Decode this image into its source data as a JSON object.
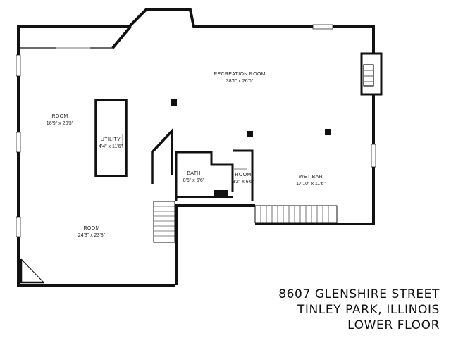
{
  "colors": {
    "wall": "#111111",
    "background": "#ffffff",
    "text": "#222222"
  },
  "rooms": [
    {
      "id": "recreation-room",
      "name": "RECREATION ROOM",
      "dims": "38'1\" x 26'0\""
    },
    {
      "id": "room-left",
      "name": "ROOM",
      "dims": "16'9\" x 20'3\""
    },
    {
      "id": "utility",
      "name": "UTILITY",
      "dims": "4'4\" x 11'6\""
    },
    {
      "id": "bath",
      "name": "BATH",
      "dims": "8'6\" x 6'6\""
    },
    {
      "id": "room-small",
      "name": "ROOM",
      "dims": "3'2\" x 6'6\""
    },
    {
      "id": "wet-bar",
      "name": "WET BAR",
      "dims": "17'10\" x 11'6\""
    },
    {
      "id": "room-bottom",
      "name": "ROOM",
      "dims": "24'3\" x 23'8\""
    }
  ],
  "address": {
    "street": "8607 GLENSHIRE STREET",
    "city": "TINLEY PARK, ILLINOIS",
    "floor": "LOWER FLOOR"
  }
}
